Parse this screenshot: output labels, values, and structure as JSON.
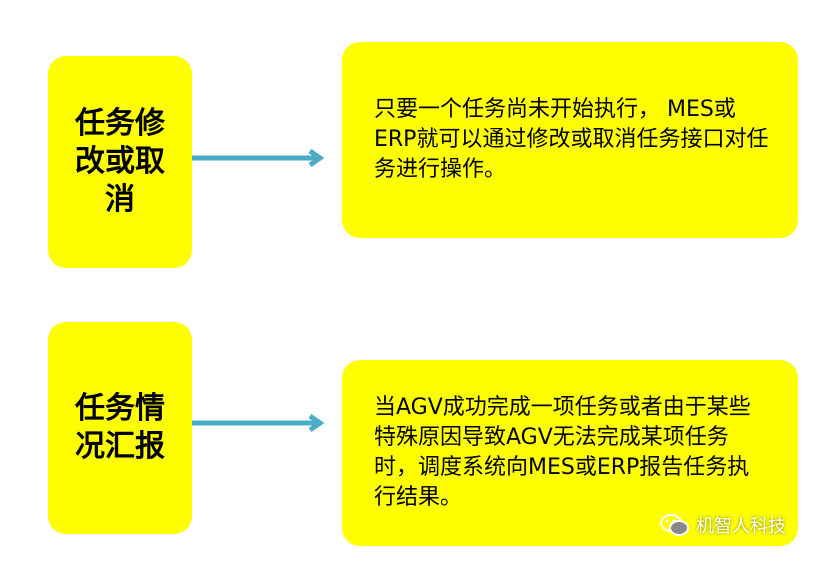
{
  "rows": [
    {
      "label": "任务修改或取消",
      "description": "只要一个任务尚未开始执行， MES或ERP就可以通过修改或取消任务接口对任务进行操作。"
    },
    {
      "label": "任务情况汇报",
      "description": "当AGV成功完成一项任务或者由于某些特殊原因导致AGV无法完成某项任务时，调度系统向MES或ERP报告任务执行结果。"
    }
  ],
  "watermark": {
    "text": "机智人科技",
    "icon": "wechat-icon"
  },
  "colors": {
    "box_fill": "#ffff00",
    "arrow": "#4bacc6",
    "text": "#000000"
  }
}
